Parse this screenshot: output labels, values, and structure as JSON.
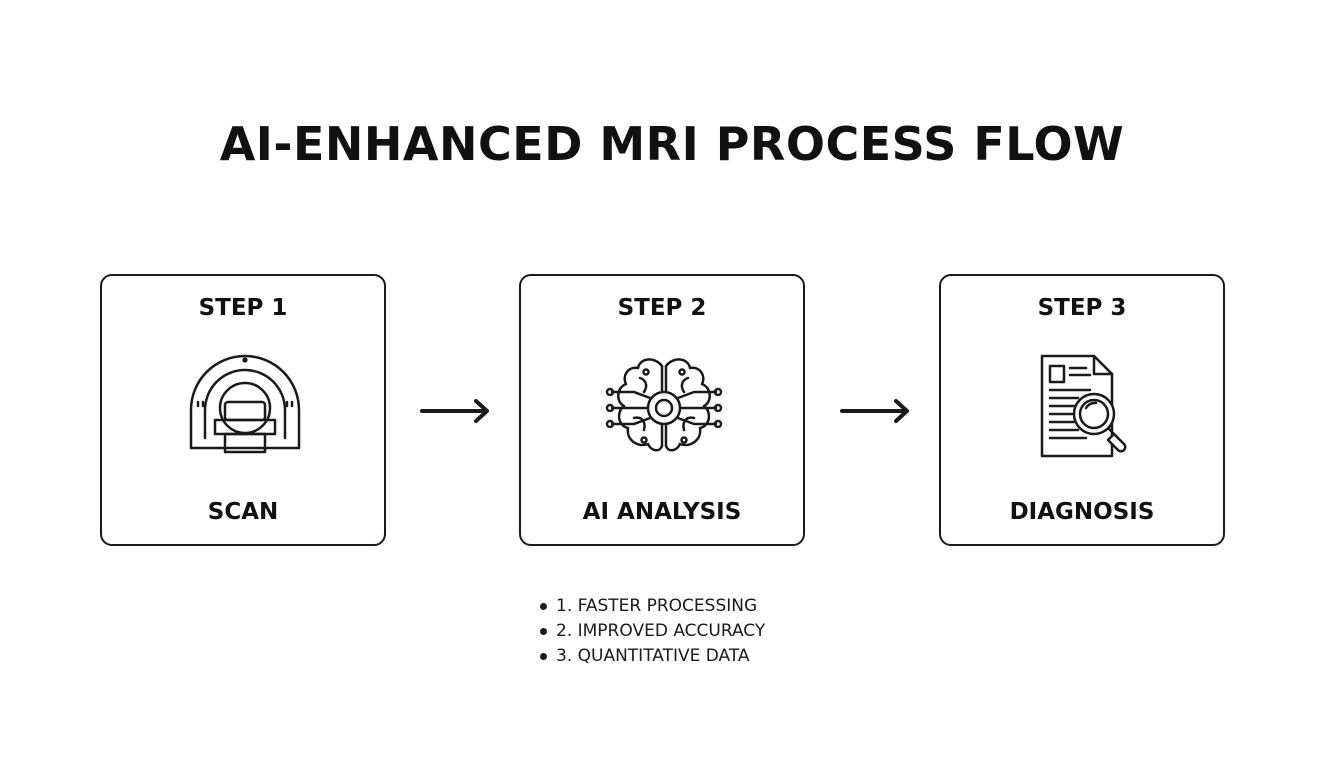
{
  "title": "AI-ENHANCED MRI PROCESS FLOW",
  "steps": [
    {
      "label": "STEP 1",
      "name": "SCAN",
      "icon": "mri-scanner-icon"
    },
    {
      "label": "STEP 2",
      "name": "AI ANALYSIS",
      "icon": "brain-circuit-icon"
    },
    {
      "label": "STEP 3",
      "name": "DIAGNOSIS",
      "icon": "document-magnifier-icon"
    }
  ],
  "benefits": [
    "1. FASTER PROCESSING",
    "2. IMPROVED ACCURACY",
    "3. QUANTITATIVE DATA"
  ],
  "colors": {
    "stroke": "#1a1a1a",
    "background": "#ffffff"
  }
}
